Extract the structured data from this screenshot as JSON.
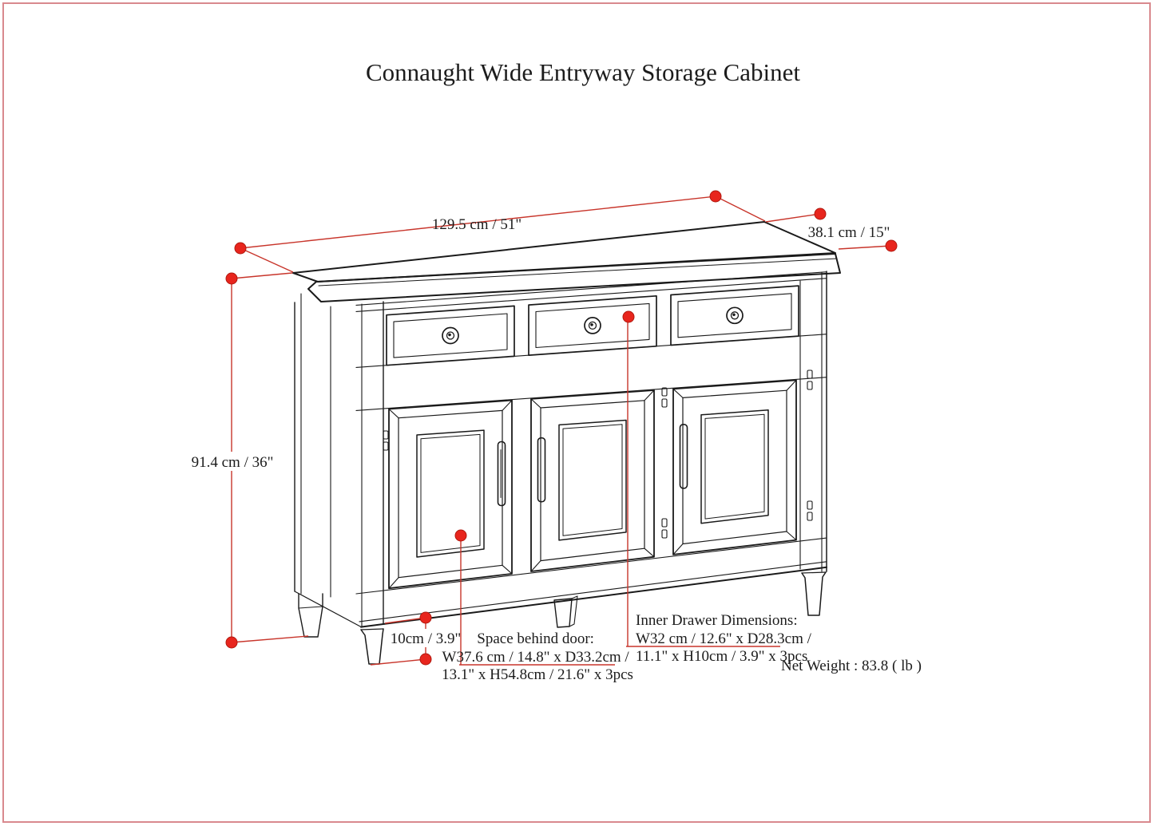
{
  "page": {
    "title": "Connaught Wide Entryway Storage Cabinet"
  },
  "annotations": {
    "width_label": "129.5 cm / 51\"",
    "depth_label": "38.1 cm / 15\"",
    "height_label": "91.4 cm / 36\"",
    "leg_height_label": "10cm / 3.9\"",
    "door_space": {
      "line1": "Space behind door:",
      "line2": "W37.6 cm / 14.8\" x D33.2cm /",
      "line3": "13.1\" x H54.8cm / 21.6\" x 3pcs"
    },
    "inner_drawer": {
      "line1": "Inner Drawer Dimensions:",
      "line2": "W32 cm / 12.6\" x D28.3cm /",
      "line3": "11.1\" x H10cm / 3.9\" x 3pcs"
    },
    "net_weight": "Net Weight : 83.8 ( lb )"
  },
  "colors": {
    "annotation_line_red": "#c8352b",
    "annotation_dot_red": "#e8251d",
    "line_art_black": "#1a1a1a",
    "border_pink": "#d9898e"
  }
}
